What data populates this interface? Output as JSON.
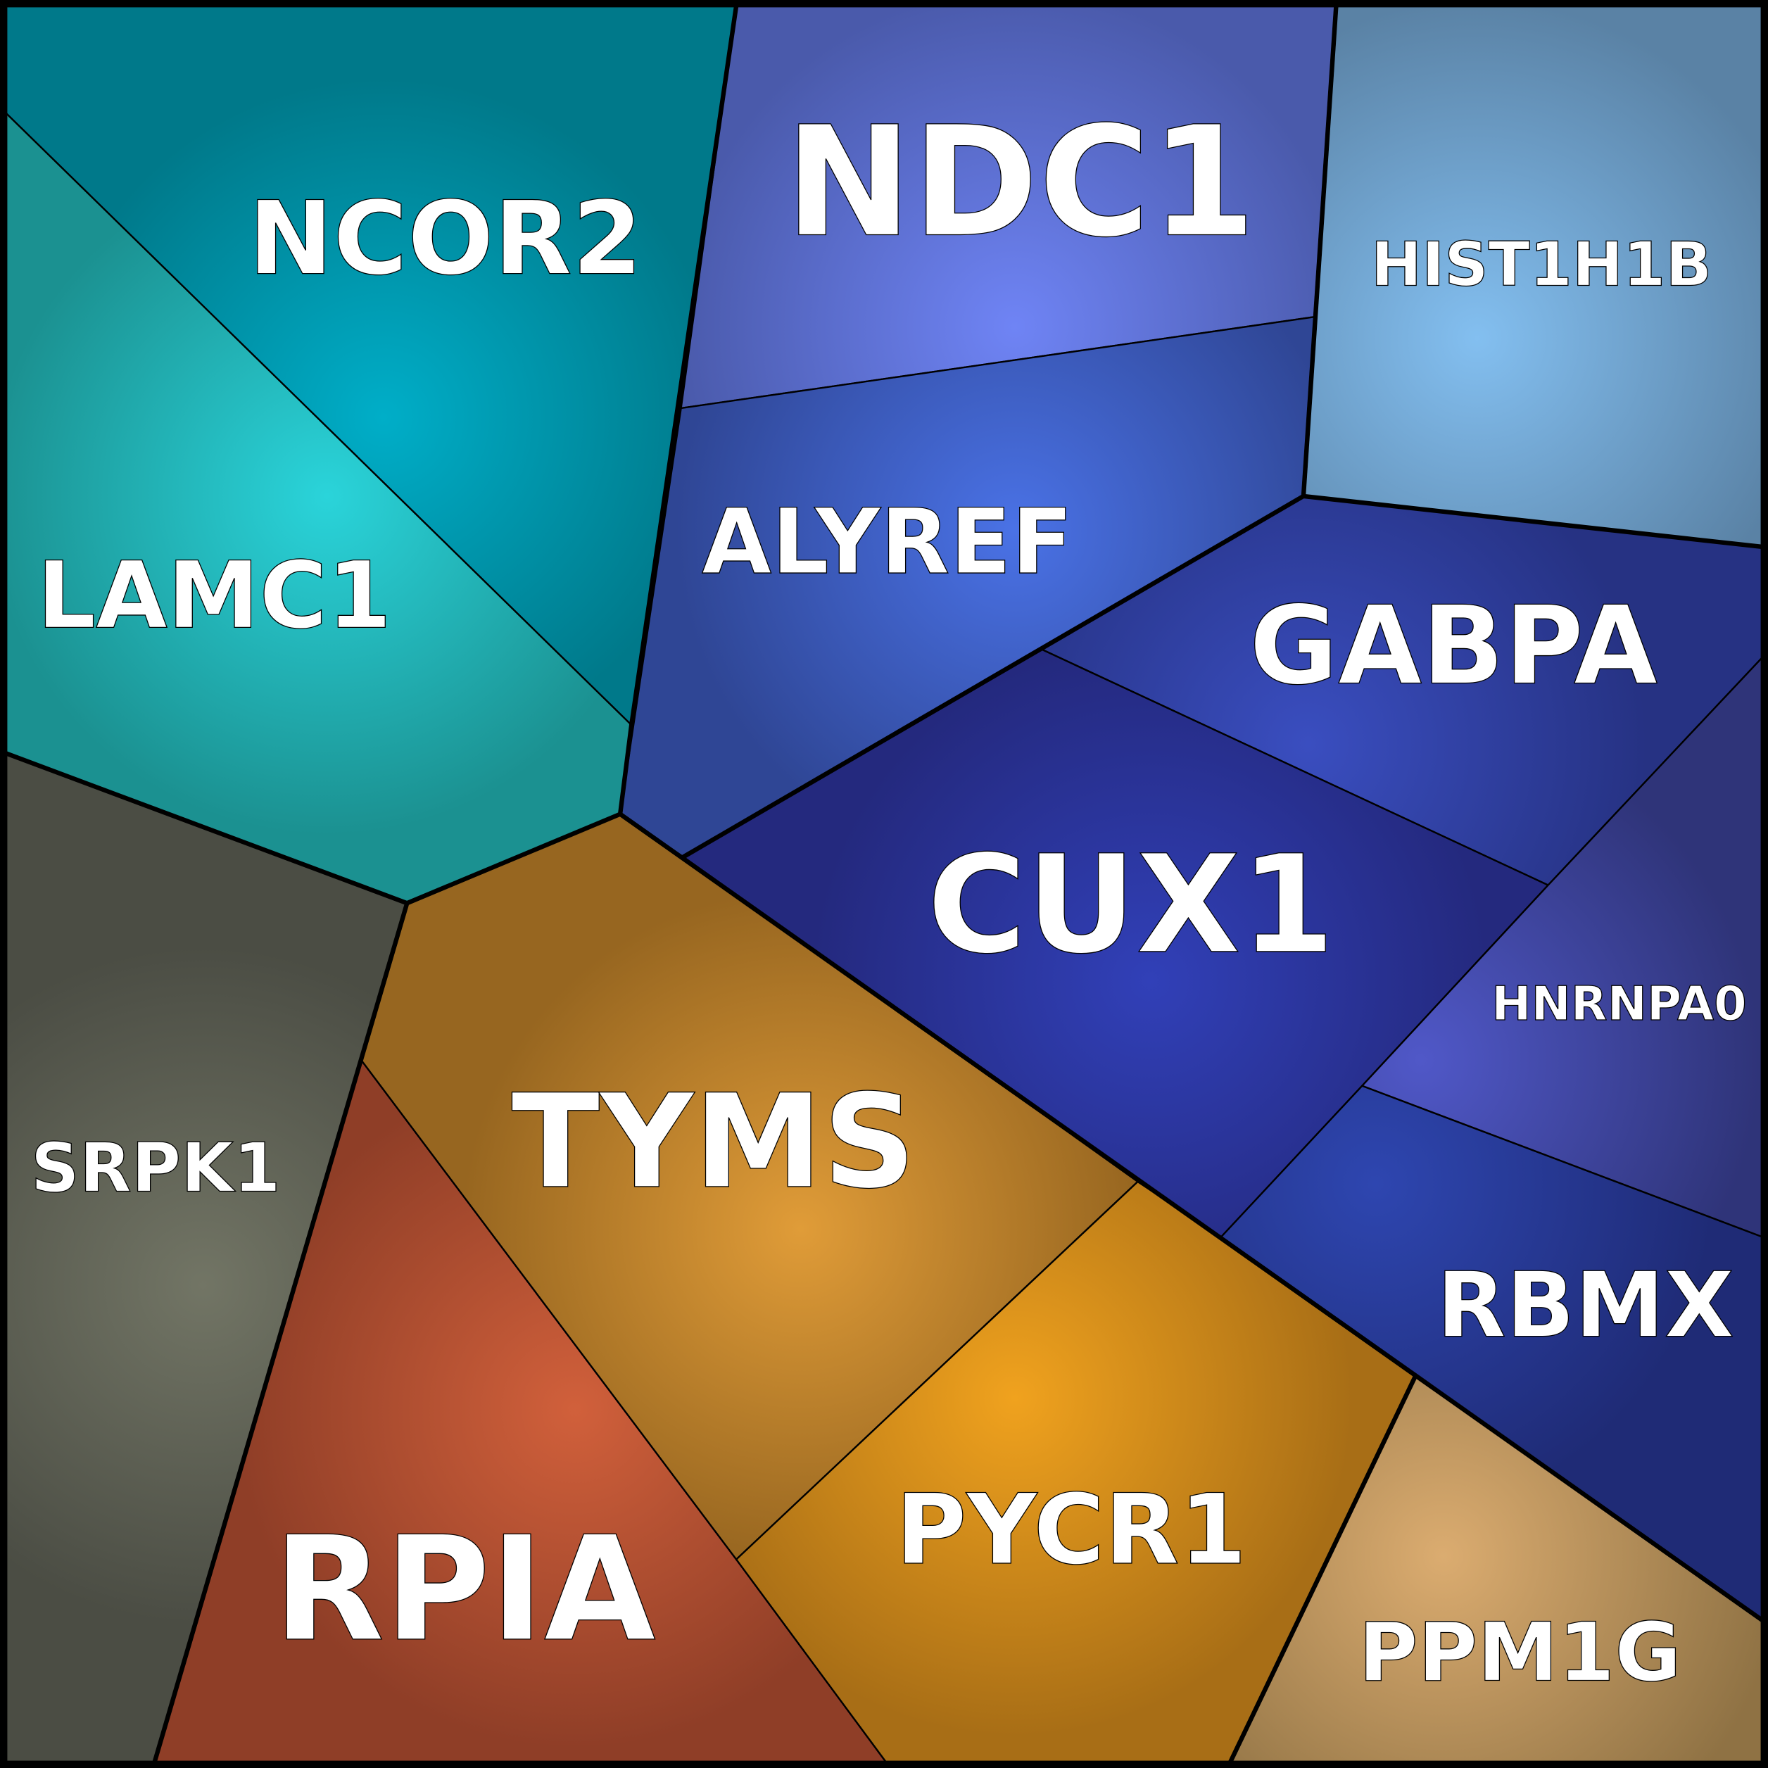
{
  "chart_data": {
    "type": "voronoi-treemap",
    "title": "",
    "cells": [
      {
        "label": "NCOR2",
        "group": "teal",
        "color": "#00798a",
        "highlight": "#00aec8"
      },
      {
        "label": "LAMC1",
        "group": "teal",
        "color": "#1b9191",
        "highlight": "#2ad4da"
      },
      {
        "label": "NDC1",
        "group": "blue",
        "color": "#4a5aab",
        "highlight": "#6f84f5"
      },
      {
        "label": "ALYREF",
        "group": "blue",
        "color": "#2f4695",
        "highlight": "#4a72e6"
      },
      {
        "label": "HIST1H1B",
        "group": "blue",
        "color": "#5a82a5",
        "highlight": "#83bff0"
      },
      {
        "label": "GABPA",
        "group": "blue",
        "color": "#263283",
        "highlight": "#3a4ec0"
      },
      {
        "label": "CUX1",
        "group": "blue",
        "color": "#24297e",
        "highlight": "#3140b8"
      },
      {
        "label": "HNRNPA0",
        "group": "blue",
        "color": "#2f3479",
        "highlight": "#5058c8"
      },
      {
        "label": "RBMX",
        "group": "blue",
        "color": "#1f2b76",
        "highlight": "#2e46b0"
      },
      {
        "label": "SRPK1",
        "group": "gray",
        "color": "#4b4d44",
        "highlight": "#727565"
      },
      {
        "label": "RPIA",
        "group": "orange",
        "color": "#8f3e27",
        "highlight": "#d1603b"
      },
      {
        "label": "TYMS",
        "group": "orange",
        "color": "#976620",
        "highlight": "#e09c38"
      },
      {
        "label": "PYCR1",
        "group": "orange",
        "color": "#a86e16",
        "highlight": "#f0a21e"
      },
      {
        "label": "PPM1G",
        "group": "orange",
        "color": "#8f7244",
        "highlight": "#dbac70"
      }
    ]
  }
}
